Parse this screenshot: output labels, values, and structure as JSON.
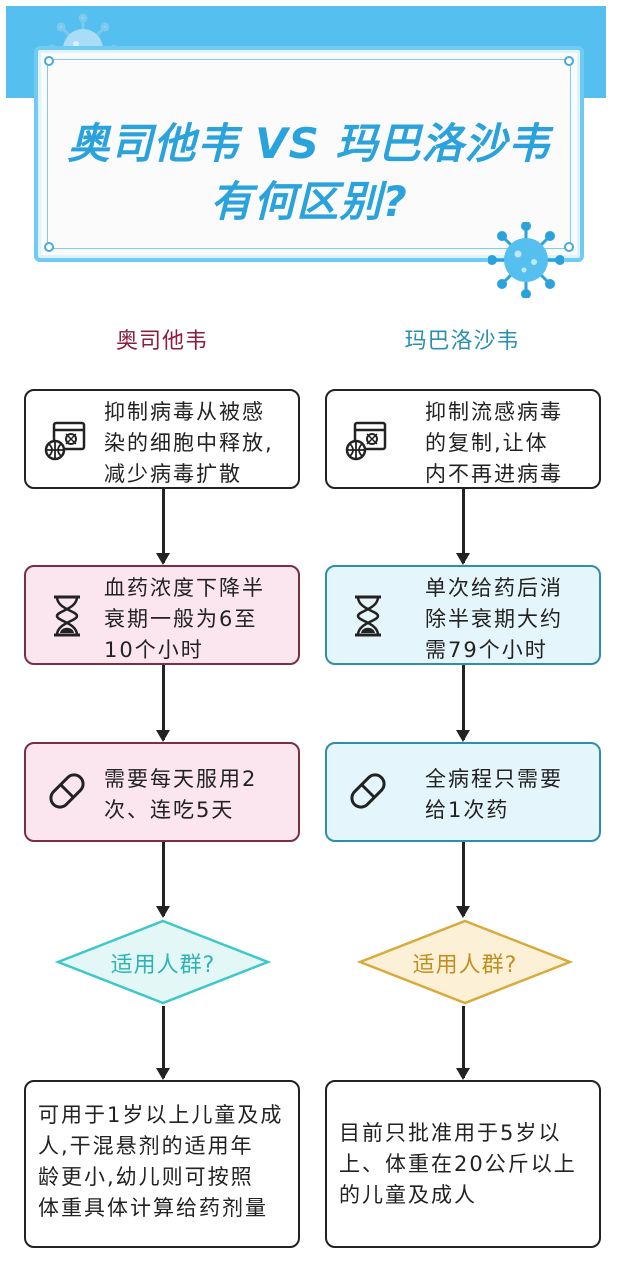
{
  "title": {
    "line1": "奥司他韦 VS 玛巴洛沙韦",
    "line2": "有何区别?"
  },
  "left": {
    "heading": "奥司他韦",
    "heading_color": "#8a1f3c",
    "step1": {
      "lines": [
        "抑制病毒从被感",
        "染的细胞中释放,",
        "减少病毒扩散"
      ],
      "icon": "virus-document-icon"
    },
    "step2": {
      "lines": [
        "血药浓度下降半",
        "衰期一般为6至",
        "10个小时"
      ],
      "icon": "hourglass-icon"
    },
    "step3": {
      "lines": [
        "需要每天服用2",
        "次、连吃5天"
      ],
      "icon": "pill-icon"
    },
    "question": "适用人群?",
    "answer": {
      "lines": [
        "可用于1岁以上儿童及成",
        "人,干混悬剂的适用年",
        "龄更小,幼儿则可按照",
        "体重具体计算给药剂量"
      ]
    }
  },
  "right": {
    "heading": "玛巴洛沙韦",
    "heading_color": "#2b8fb0",
    "step1": {
      "lines": [
        "抑制流感病毒",
        "的复制,让体",
        "内不再进病毒"
      ],
      "icon": "virus-document-icon"
    },
    "step2": {
      "lines": [
        "单次给药后消",
        "除半衰期大约",
        "需79个小时"
      ],
      "icon": "hourglass-icon"
    },
    "step3": {
      "lines": [
        "全病程只需要",
        "给1次药"
      ],
      "icon": "pill-icon"
    },
    "question": "适用人群?",
    "answer": {
      "lines": [
        "目前只批准用于5岁以",
        "上、体重在20公斤以上",
        "的儿童及成人"
      ]
    }
  },
  "colors": {
    "accent_blue": "#55bff0",
    "title_blue": "#2aa2dc",
    "pink_fill": "#fbe6f0",
    "blue_fill": "#e4f5fb",
    "diamond_teal": "#3cc7c8",
    "diamond_gold": "#d9a93a"
  }
}
